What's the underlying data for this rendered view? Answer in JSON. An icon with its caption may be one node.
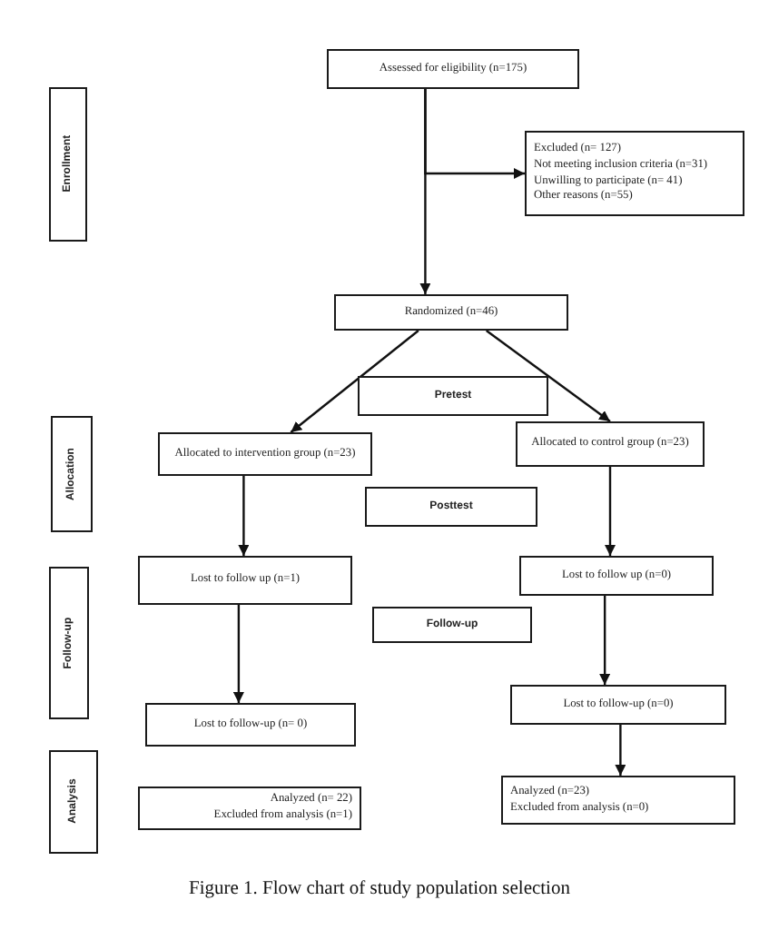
{
  "diagram": {
    "caption": "Figure 1. Flow chart of study population selection",
    "nodes": [
      {
        "text": [
          "Enrollment"
        ]
      },
      {
        "text": [
          "Assessed for eligibility (n=175)"
        ]
      },
      {
        "text": [
          "Excluded (n= 127)",
          "Not meeting inclusion criteria (n=31)",
          "Unwilling to participate (n= 41)",
          "Other reasons (n=55)"
        ]
      },
      {
        "text": [
          "Randomized (n=46)"
        ]
      },
      {
        "text": [
          "Pretest"
        ]
      },
      {
        "text": [
          "Allocation"
        ]
      },
      {
        "text": [
          "Allocated to intervention group (n=23)"
        ]
      },
      {
        "text": [
          "Allocated to control group (n=23)"
        ]
      },
      {
        "text": [
          "Posttest"
        ]
      },
      {
        "text": [
          "Follow-up"
        ]
      },
      {
        "text": [
          "Lost to follow up (n=1)"
        ]
      },
      {
        "text": [
          "Lost to follow up (n=0)"
        ]
      },
      {
        "text": [
          "Follow-up"
        ]
      },
      {
        "text": [
          "Lost to follow-up (n= 0)"
        ]
      },
      {
        "text": [
          "Lost to follow-up (n=0)"
        ]
      },
      {
        "text": [
          "Analysis"
        ]
      },
      {
        "text": [
          "Analyzed (n= 22)",
          "Excluded from analysis (n=1)"
        ]
      },
      {
        "text": [
          "Analyzed (n=23)",
          "Excluded from analysis (n=0)"
        ]
      }
    ],
    "edges": [
      {
        "from": 1,
        "to": 3,
        "arrow": "to"
      },
      {
        "from": 1,
        "to": 2,
        "arrow": "to"
      },
      {
        "from": 3,
        "to": 6,
        "arrow": "to"
      },
      {
        "from": 3,
        "to": 7,
        "arrow": "to"
      },
      {
        "from": 6,
        "to": 10,
        "arrow": "to"
      },
      {
        "from": 7,
        "to": 11,
        "arrow": "to"
      },
      {
        "from": 10,
        "to": 13,
        "arrow": "to"
      },
      {
        "from": 11,
        "to": 14,
        "arrow": "to"
      },
      {
        "from": 14,
        "to": 17,
        "arrow": "to"
      }
    ]
  }
}
